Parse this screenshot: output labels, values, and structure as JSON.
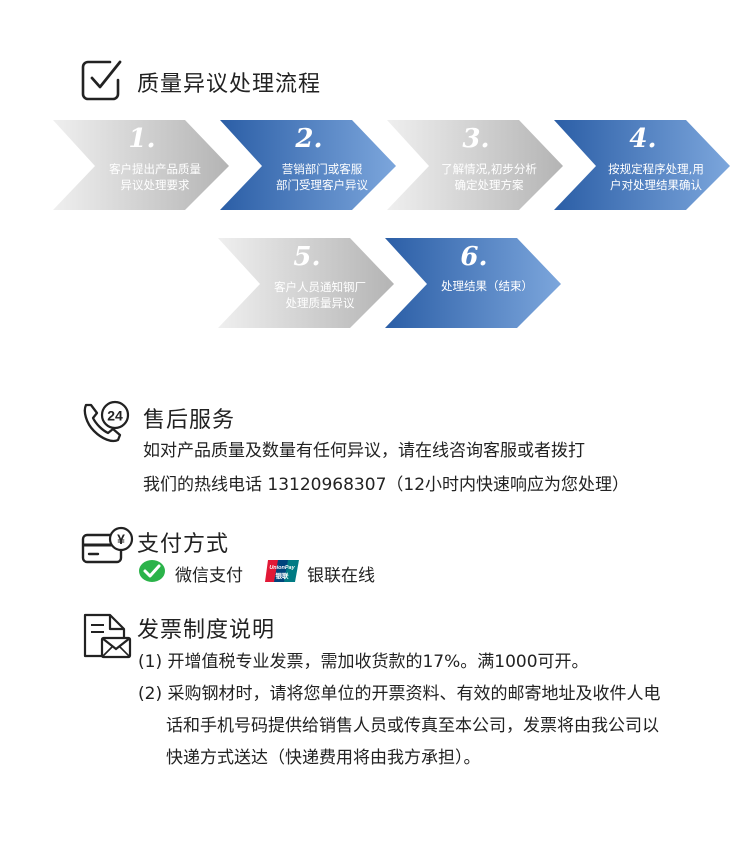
{
  "process": {
    "title": "质量异议处理流程",
    "steps": [
      {
        "num": "1.",
        "text": "客户提出产品质量异议处理要求",
        "line1": "客户提出产品质量",
        "line2": "异议处理要求",
        "style": "gray"
      },
      {
        "num": "2.",
        "text": "营销部门或客服部门受理客户异议",
        "line1": "营销部门或客服",
        "line2": "部门受理客户异议",
        "style": "blue"
      },
      {
        "num": "3.",
        "text": "了解情况,初步分析确定处理方案",
        "line1": "了解情况,初步分析",
        "line2": "确定处理方案",
        "style": "gray"
      },
      {
        "num": "4.",
        "text": "按规定程序处理,用户对处理结果确认",
        "line1": "按规定程序处理,用",
        "line2": "户对处理结果确认",
        "style": "blue"
      },
      {
        "num": "5.",
        "text": "客户人员通知钢厂处理质量异议",
        "line1": "客户人员通知钢厂",
        "line2": "处理质量异议",
        "style": "gray"
      },
      {
        "num": "6.",
        "text": "处理结果（结束）",
        "line1": "处理结果（结束）",
        "line2": "",
        "style": "blue"
      }
    ]
  },
  "service": {
    "title": "售后服务",
    "icon": "phone-24-icon",
    "icon_label": "24",
    "line1": "如对产品质量及数量有任何异议，请在线咨询客服或者拨打",
    "line2": "我们的热线电话 13120968307（12小时内快速响应为您处理）"
  },
  "payment": {
    "title": "支付方式",
    "icon": "card-yen-icon",
    "icon_label": "¥",
    "methods": [
      {
        "label": "微信支付",
        "icon": "wechat-pay-icon",
        "color": "#2bb34a"
      },
      {
        "label": "银联在线",
        "icon": "unionpay-icon",
        "logo_text": "UnionPay 银联",
        "colors": [
          "#e21836",
          "#00447c",
          "#007b84"
        ]
      }
    ]
  },
  "invoice": {
    "title": "发票制度说明",
    "icon": "invoice-envelope-icon",
    "item1": "(1) 开增值税专业发票，需加收货款的17%。满1000可开。",
    "item2_line1": "(2) 采购钢材时，请将您单位的开票资料、有效的邮寄地址及收件人电",
    "item2_line2": "话和手机号码提供给销售人员或传真至本公司，发票将由我公司以",
    "item2_line3": "快递方式送达（快递费用将由我方承担）。"
  },
  "colors": {
    "blue_dark": "#2f62a8",
    "blue_light": "#6b99d3",
    "gray_dark": "#b7b7b7",
    "gray_light": "#ececec"
  }
}
